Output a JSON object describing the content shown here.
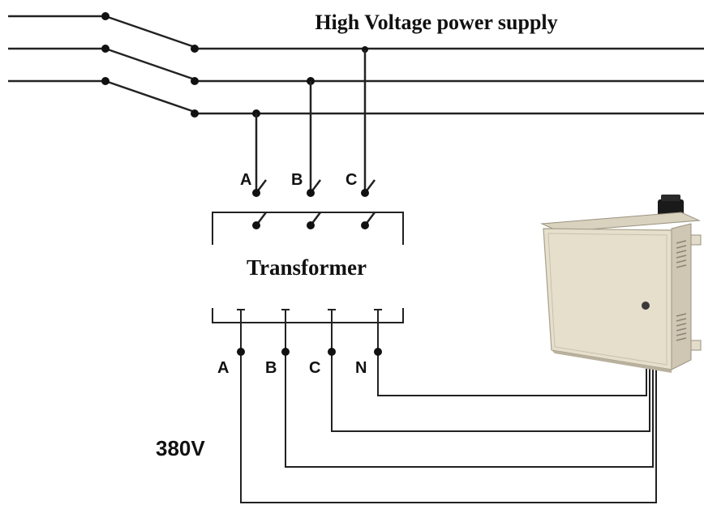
{
  "title": "High Voltage power supply",
  "transformer_label": "Transformer",
  "primary_phases": [
    "A",
    "B",
    "C"
  ],
  "secondary_phases": [
    "A",
    "B",
    "C",
    "N"
  ],
  "voltage_label": "380V",
  "colors": {
    "line": "#222222",
    "background": "#ffffff",
    "cabinet_body": "#e6dfcc",
    "cabinet_shadow": "#c9c1ad"
  },
  "icons": [
    "switch-icon",
    "cabinet-icon"
  ]
}
